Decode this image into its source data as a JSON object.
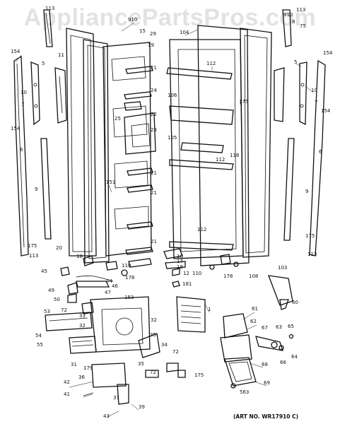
{
  "watermark": "AppliancePartsPros.com",
  "art_number": "(ART NO. WR17910 C)",
  "callout_color": "#111111",
  "callouts": [
    {
      "id": "c113a",
      "text": "113"
    },
    {
      "id": "c910a",
      "text": "910"
    },
    {
      "id": "c15a",
      "text": "15"
    },
    {
      "id": "c29",
      "text": "29"
    },
    {
      "id": "c19",
      "text": "19"
    },
    {
      "id": "c154a",
      "text": "154"
    },
    {
      "id": "c5a",
      "text": "5"
    },
    {
      "id": "c11",
      "text": "11"
    },
    {
      "id": "c10a",
      "text": "10"
    },
    {
      "id": "c7a",
      "text": "7"
    },
    {
      "id": "c154b",
      "text": "154"
    },
    {
      "id": "c6a",
      "text": "6"
    },
    {
      "id": "c9a",
      "text": "9"
    },
    {
      "id": "c21a",
      "text": "21"
    },
    {
      "id": "c24",
      "text": "24"
    },
    {
      "id": "c25",
      "text": "25"
    },
    {
      "id": "c22",
      "text": "22"
    },
    {
      "id": "c23",
      "text": "23"
    },
    {
      "id": "c21b",
      "text": "21"
    },
    {
      "id": "c151",
      "text": "151"
    },
    {
      "id": "c21c",
      "text": "21"
    },
    {
      "id": "c21d",
      "text": "21"
    },
    {
      "id": "c175a",
      "text": "175"
    },
    {
      "id": "c113b",
      "text": "113"
    },
    {
      "id": "c20",
      "text": "20"
    },
    {
      "id": "c18a",
      "text": "18"
    },
    {
      "id": "c110a",
      "text": "110"
    },
    {
      "id": "c178a",
      "text": "178"
    },
    {
      "id": "c45",
      "text": "45"
    },
    {
      "id": "c49",
      "text": "49"
    },
    {
      "id": "c44",
      "text": "44"
    },
    {
      "id": "c46",
      "text": "46"
    },
    {
      "id": "c50",
      "text": "50"
    },
    {
      "id": "c47",
      "text": "47"
    },
    {
      "id": "c153",
      "text": "153"
    },
    {
      "id": "c72a",
      "text": "72"
    },
    {
      "id": "c33",
      "text": "33"
    },
    {
      "id": "c53",
      "text": "53"
    },
    {
      "id": "c32a",
      "text": "32"
    },
    {
      "id": "c32b",
      "text": "32"
    },
    {
      "id": "c54",
      "text": "54"
    },
    {
      "id": "c35a",
      "text": "35"
    },
    {
      "id": "c55",
      "text": "55"
    },
    {
      "id": "c34",
      "text": "34"
    },
    {
      "id": "c31",
      "text": "31"
    },
    {
      "id": "c179",
      "text": "179"
    },
    {
      "id": "c35b",
      "text": "35"
    },
    {
      "id": "c36",
      "text": "36"
    },
    {
      "id": "c42",
      "text": "42"
    },
    {
      "id": "c41",
      "text": "41"
    },
    {
      "id": "c37",
      "text": "37"
    },
    {
      "id": "c39",
      "text": "39"
    },
    {
      "id": "c43",
      "text": "43"
    },
    {
      "id": "c72b",
      "text": "72"
    },
    {
      "id": "c72c",
      "text": "72"
    },
    {
      "id": "c175b",
      "text": "175"
    },
    {
      "id": "c1",
      "text": "1"
    },
    {
      "id": "c104",
      "text": "104"
    },
    {
      "id": "c910b",
      "text": "910"
    },
    {
      "id": "c113c",
      "text": "113"
    },
    {
      "id": "c8",
      "text": "8"
    },
    {
      "id": "c75",
      "text": "75"
    },
    {
      "id": "c112a",
      "text": "112"
    },
    {
      "id": "c175c",
      "text": "175"
    },
    {
      "id": "c106",
      "text": "106"
    },
    {
      "id": "c105",
      "text": "105"
    },
    {
      "id": "c118",
      "text": "118"
    },
    {
      "id": "c112b",
      "text": "112"
    },
    {
      "id": "c112c",
      "text": "112"
    },
    {
      "id": "c154c",
      "text": "154"
    },
    {
      "id": "c5b",
      "text": "5"
    },
    {
      "id": "c10b",
      "text": "10"
    },
    {
      "id": "c7b",
      "text": "7"
    },
    {
      "id": "c154d",
      "text": "154"
    },
    {
      "id": "c6b",
      "text": "6"
    },
    {
      "id": "c9b",
      "text": "9"
    },
    {
      "id": "c175d",
      "text": "175"
    },
    {
      "id": "c113d",
      "text": "113"
    },
    {
      "id": "c103",
      "text": "103"
    },
    {
      "id": "c108",
      "text": "108"
    },
    {
      "id": "c178b",
      "text": "178"
    },
    {
      "id": "c110b",
      "text": "110"
    },
    {
      "id": "c16",
      "text": "16"
    },
    {
      "id": "c17",
      "text": "17"
    },
    {
      "id": "c18b",
      "text": "18"
    },
    {
      "id": "c12",
      "text": "12"
    },
    {
      "id": "c181",
      "text": "181"
    },
    {
      "id": "c60",
      "text": "60"
    },
    {
      "id": "c61",
      "text": "61"
    },
    {
      "id": "c62",
      "text": "62"
    },
    {
      "id": "c67",
      "text": "67"
    },
    {
      "id": "c63",
      "text": "63"
    },
    {
      "id": "c65",
      "text": "65"
    },
    {
      "id": "c66",
      "text": "66"
    },
    {
      "id": "c64",
      "text": "64"
    },
    {
      "id": "c68",
      "text": "68"
    },
    {
      "id": "c69",
      "text": "69"
    },
    {
      "id": "c563",
      "text": "563"
    }
  ]
}
